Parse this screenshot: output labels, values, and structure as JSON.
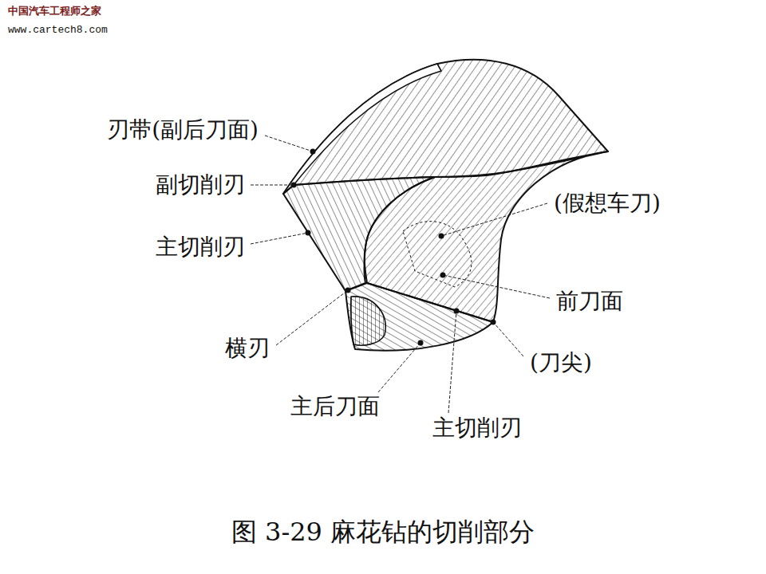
{
  "diagram": {
    "caption": "图 3-29 麻花钻的切削部分",
    "labels": [
      "中国汽车工程师之家",
      "www.cartech8.com",
      "刃带(副后刀面)",
      "副切削刃",
      "主切削刃",
      "(假想车刀)",
      "前刀面",
      "横刃",
      "(刀尖)",
      "主后刀面",
      "主切削刃"
    ]
  }
}
